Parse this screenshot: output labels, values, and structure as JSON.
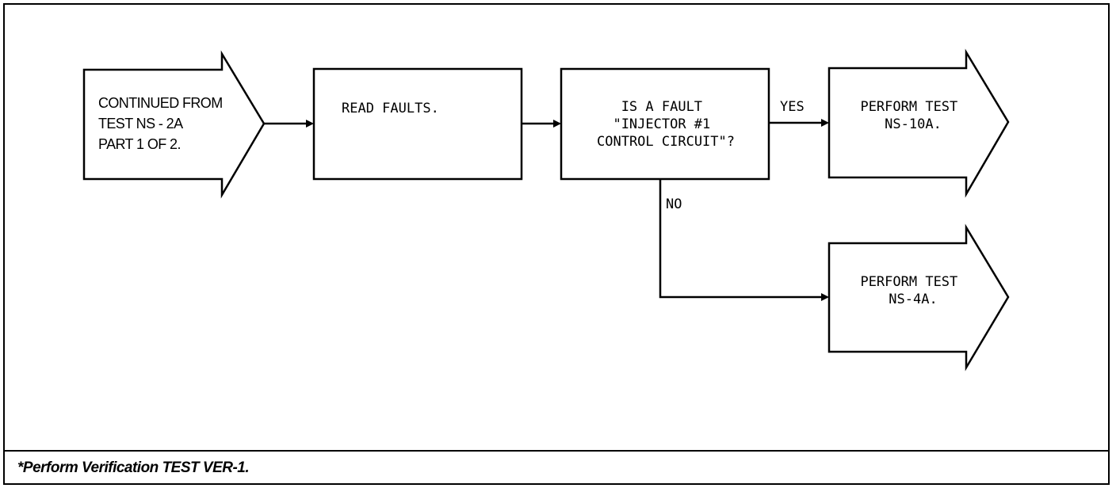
{
  "diagram": {
    "start": {
      "lines": [
        "CONTINUED FROM",
        "TEST NS - 2A",
        "PART 1 OF 2."
      ]
    },
    "read_faults": {
      "lines": [
        "READ FAULTS."
      ]
    },
    "decision": {
      "lines": [
        "IS A FAULT",
        "\"INJECTOR #1",
        "CONTROL CIRCUIT\"?"
      ]
    },
    "yes_label": "YES",
    "no_label": "NO",
    "test_yes": {
      "lines": [
        "PERFORM TEST",
        "NS-10A."
      ]
    },
    "test_no": {
      "lines": [
        "PERFORM TEST",
        "NS-4A."
      ]
    }
  },
  "footer": {
    "note": "*Perform Verification TEST VER-1."
  }
}
